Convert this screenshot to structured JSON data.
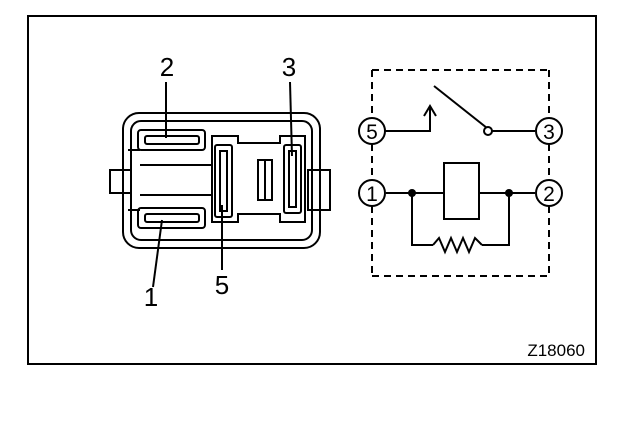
{
  "connector": {
    "pin_labels": {
      "pin1": "1",
      "pin2": "2",
      "pin3": "3",
      "pin5": "5"
    }
  },
  "schematic": {
    "terminals": {
      "t5": "5",
      "t3": "3",
      "t1": "1",
      "t2": "2"
    }
  },
  "figure": {
    "code": "Z18060"
  }
}
